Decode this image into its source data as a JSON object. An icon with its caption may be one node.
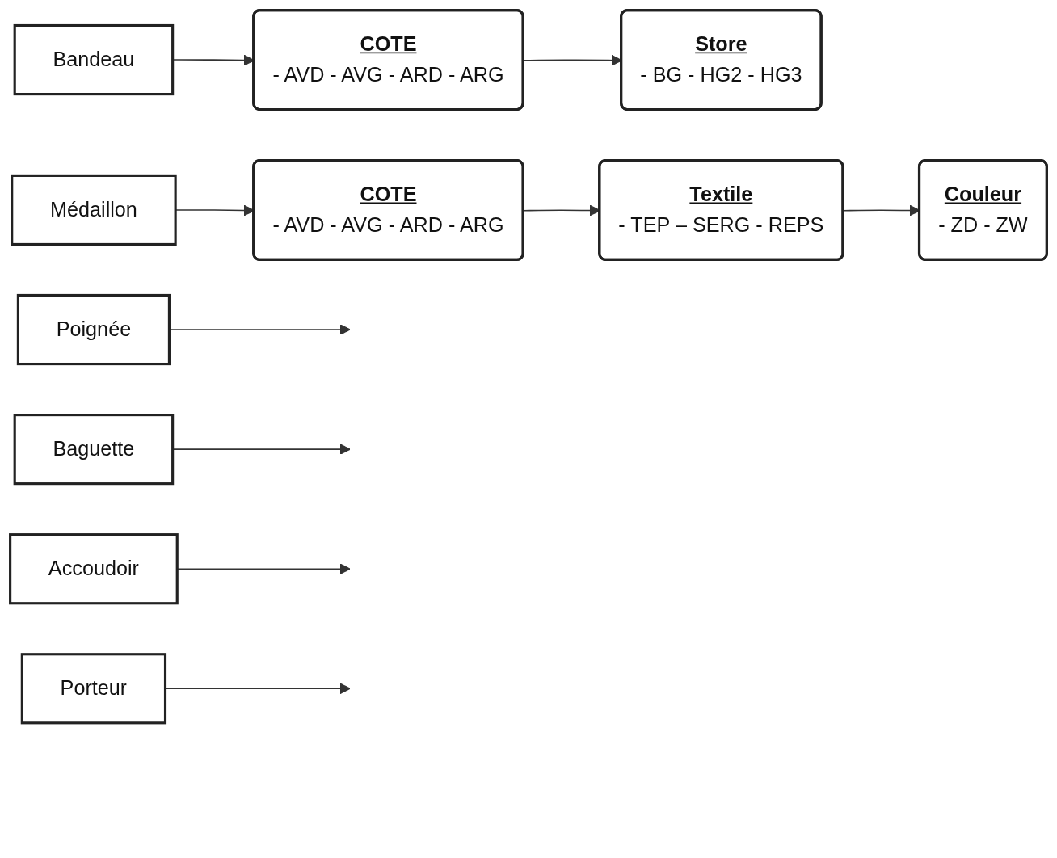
{
  "diagram": {
    "nodes": [
      {
        "text": [
          "Bandeau"
        ]
      },
      {
        "text": [
          "COTE",
          "- AVD - AVG - ARD - ARG"
        ]
      },
      {
        "text": [
          "Store",
          "- BG - HG2 - HG3"
        ]
      },
      {
        "text": [
          "Médaillon"
        ]
      },
      {
        "text": [
          "COTE",
          "- AVD - AVG - ARD - ARG"
        ]
      },
      {
        "text": [
          "Textile",
          "- TEP – SERG - REPS"
        ]
      },
      {
        "text": [
          "Couleur",
          "- ZD - ZW"
        ]
      },
      {
        "text": [
          "Poignée"
        ]
      },
      {
        "text": [
          "Baguette"
        ]
      },
      {
        "text": [
          "Accoudoir"
        ]
      },
      {
        "text": [
          "Porteur"
        ]
      }
    ],
    "edges": [
      {
        "from": 0,
        "to": 1,
        "arrow": "to"
      },
      {
        "from": 1,
        "to": 2,
        "arrow": "to"
      },
      {
        "from": 3,
        "to": 4,
        "arrow": "to"
      },
      {
        "from": 4,
        "to": 5,
        "arrow": "to"
      },
      {
        "from": 5,
        "to": 6,
        "arrow": "to"
      },
      {
        "from": 7,
        "to": null,
        "arrow": "to"
      },
      {
        "from": 8,
        "to": null,
        "arrow": "to"
      },
      {
        "from": 9,
        "to": null,
        "arrow": "to"
      },
      {
        "from": 10,
        "to": null,
        "arrow": "to"
      }
    ]
  }
}
